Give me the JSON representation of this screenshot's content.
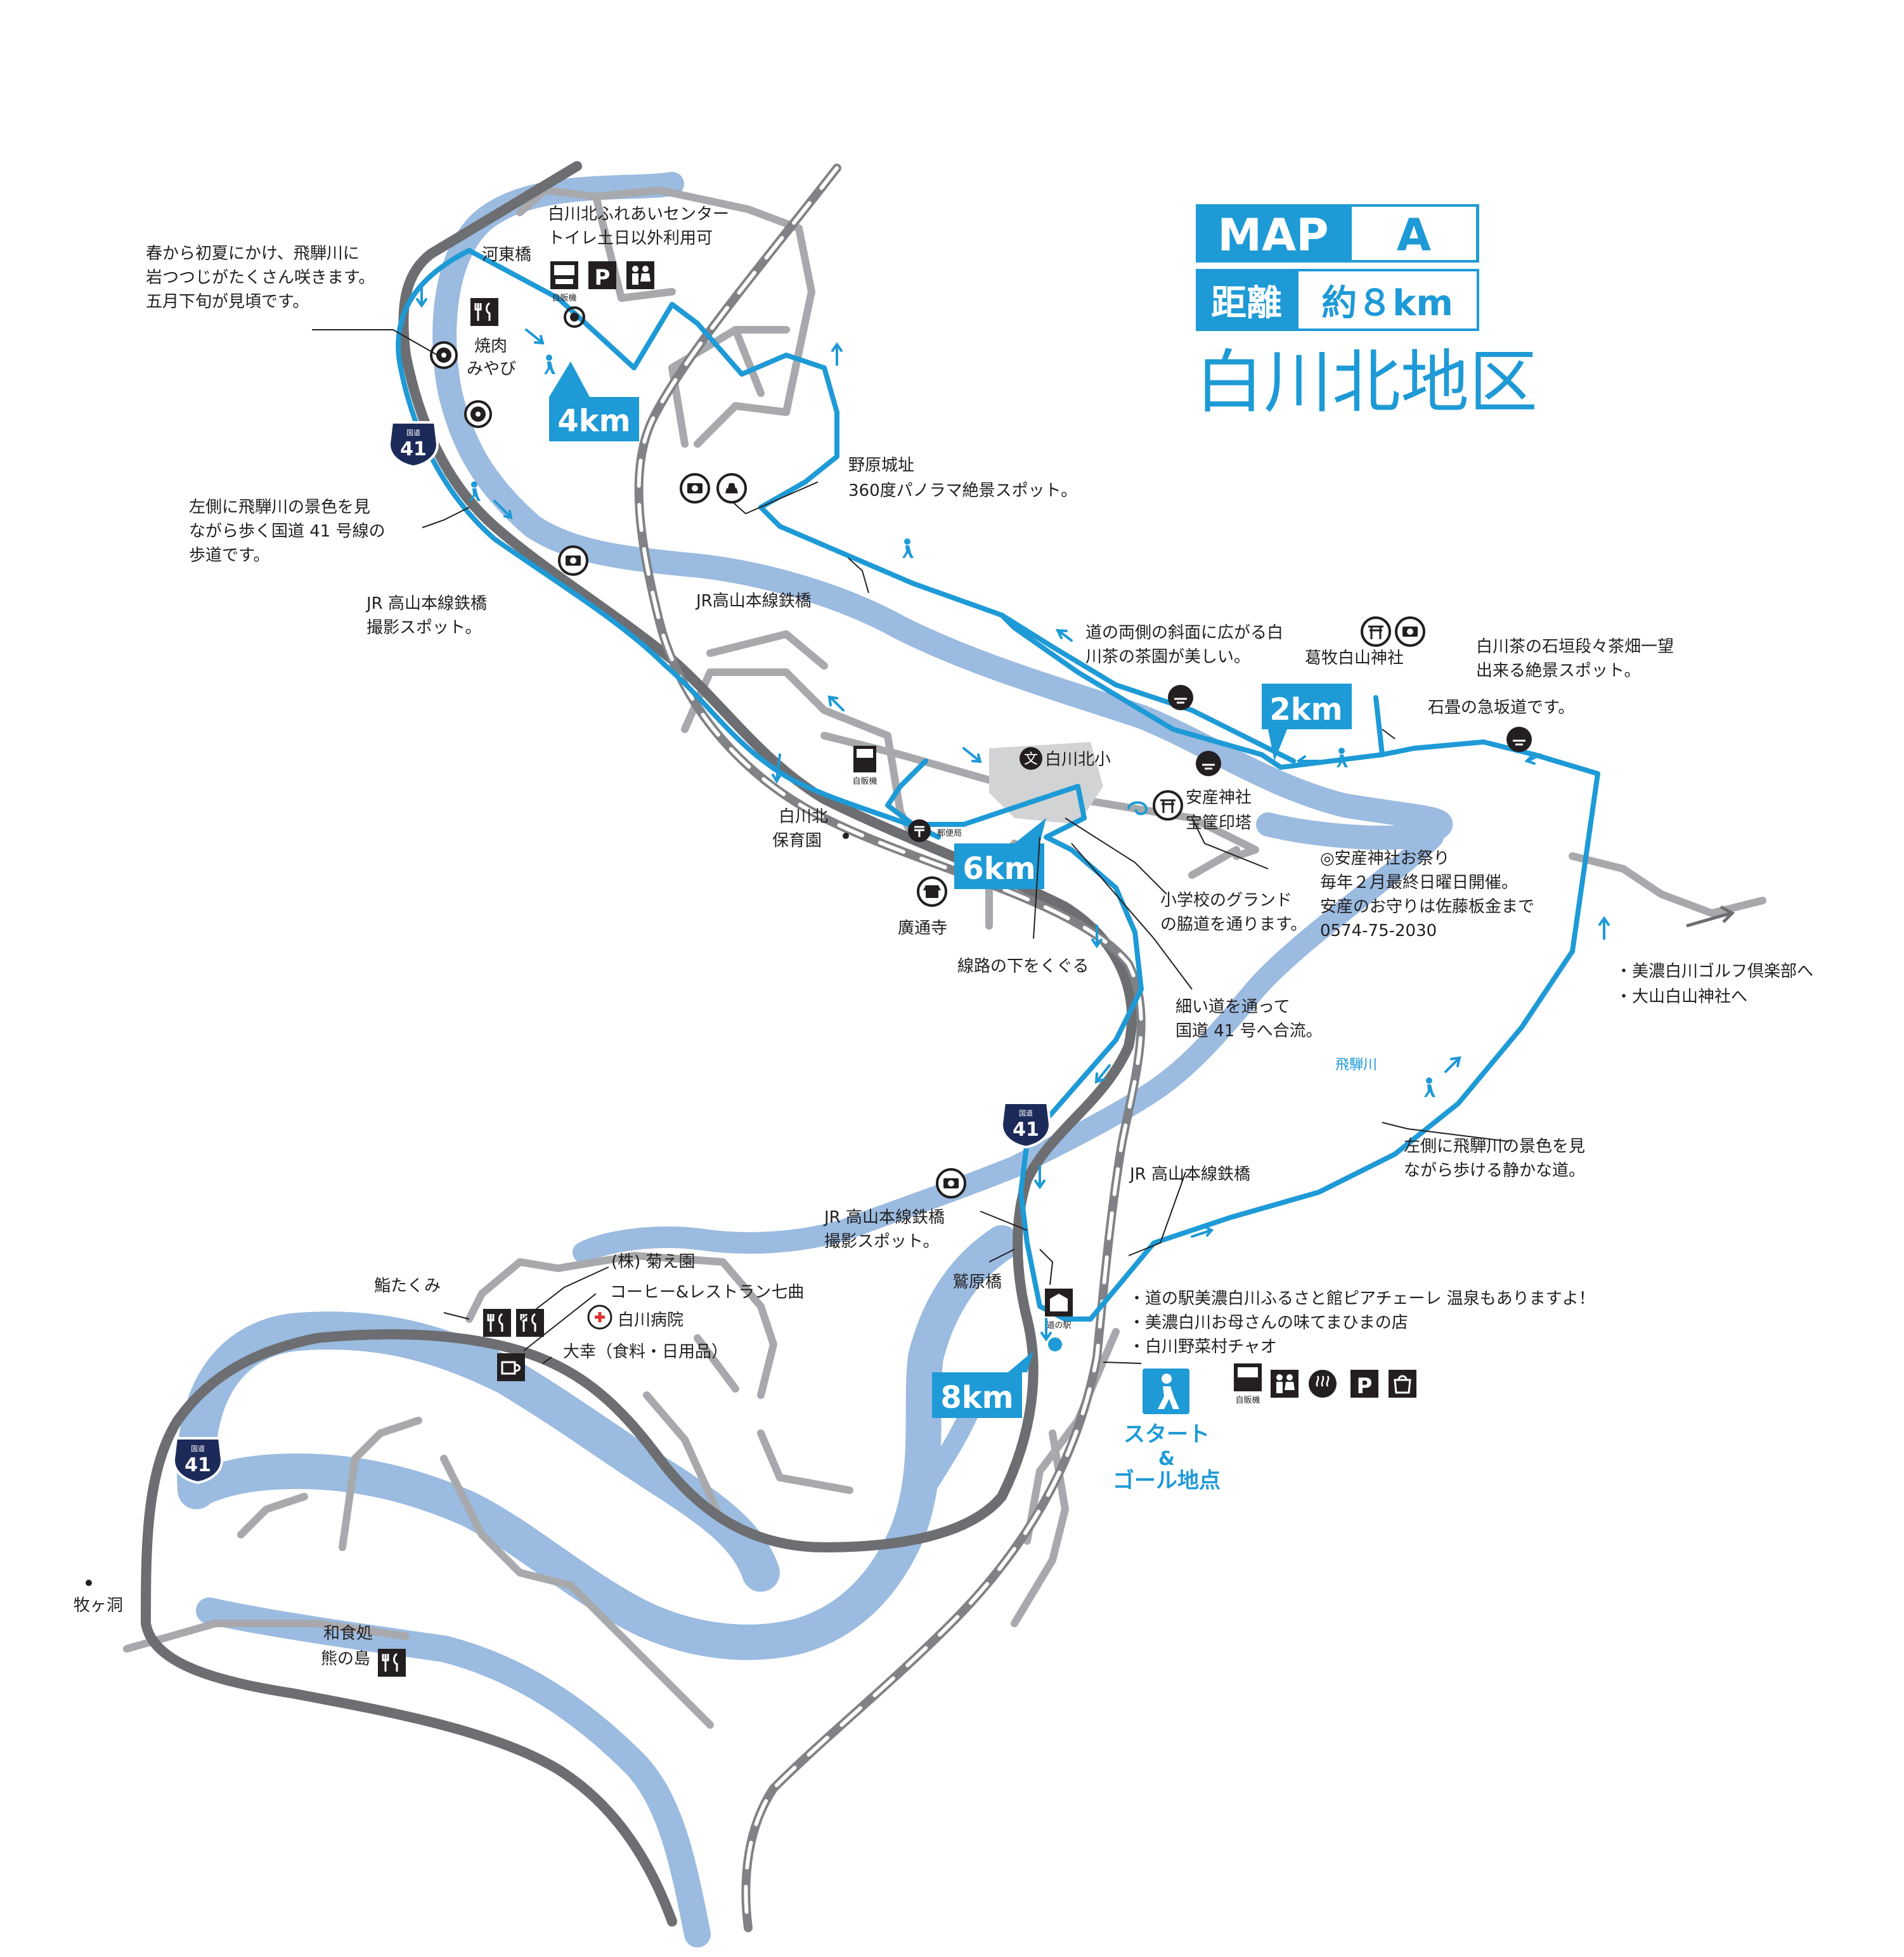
{
  "header": {
    "map_label": "MAP",
    "map_id": "A",
    "distance_label": "距離",
    "distance_value": "約８km",
    "area_title": "白川北地区"
  },
  "colors": {
    "route": "#1e9ad6",
    "river": "#9bbbe0",
    "road": "#a7a9ac",
    "national_road": "#6d6e71",
    "rail": "#808285",
    "text": "#231f20",
    "shield": "#1c2a5a"
  },
  "route_signs": {
    "road_number": "41",
    "road_type": "国道"
  },
  "km_markers": [
    "2km",
    "4km",
    "6km",
    "8km"
  ],
  "start_goal": {
    "line1": "スタート",
    "line2": "&",
    "line3": "ゴール地点"
  },
  "icons": {
    "vending_label": "自販機",
    "post_label": "郵便局",
    "station_label": "道の駅",
    "parking": "P",
    "school_mark": "文"
  },
  "labels": {
    "fureai_center_line1": "白川北ふれあいセンター",
    "fureai_center_line2": "トイレ土日以外利用可",
    "kawahigashi": "河東橋",
    "azalea_line1": "春から初夏にかけ、飛騨川に",
    "azalea_line2": "岩つつじがたくさん咲きます。",
    "azalea_line3": "五月下旬が見頃です。",
    "yakiniku_line1": "焼肉",
    "yakiniku_line2": "みやび",
    "nohara_line1": "野原城址",
    "nohara_line2": "360度パノラマ絶景スポット。",
    "left_river_line1": "左側に飛騨川の景色を見",
    "left_river_line2": "ながら歩く国道 41 号線の",
    "left_river_line3": "歩道です。",
    "jr_bridge_n": "JR高山本線鉄橋",
    "jr_photo_n_line1": "JR 高山本線鉄橋",
    "jr_photo_n_line2": "撮影スポット。",
    "tea_slope_line1": "道の両側の斜面に広がる白",
    "tea_slope_line2": "川茶の茶園が美しい。",
    "kuzumaki_shrine": "葛牧白山神社",
    "stone_wall_line1": "白川茶の石垣段々茶畑一望",
    "stone_wall_line2": "出来る絶景スポット。",
    "stone_slope": "石畳の急坂道です。",
    "school": "白川北小",
    "anzan_line1": "安産神社",
    "anzan_line2": "宝筐印塔",
    "festival_line1": "◎安産神社お祭り",
    "festival_line2": "毎年２月最終日曜日開催。",
    "festival_line3": "安産のお守りは佐藤板金まで",
    "festival_line4": "0574-75-2030",
    "nursery_line1": "白川北",
    "nursery_line2": "保育園",
    "schoolground_line1": "小学校のグランド",
    "schoolground_line2": "の脇道を通ります。",
    "kotsuji": "廣通寺",
    "under_rail": "線路の下をくぐる",
    "narrow_road_line1": "細い道を通って",
    "narrow_road_line2": "国道 41 号へ合流。",
    "golf": "・美濃白川ゴルフ倶楽部へ",
    "oyama": "・大山白山神社へ",
    "hida_river": "飛騨川",
    "quiet_road_line1": "左側に飛騨川の景色を見",
    "quiet_road_line2": "ながら歩ける静かな道。",
    "jr_bridge_s": "JR 高山本線鉄橋",
    "jr_photo_s_line1": "JR 高山本線鉄橋",
    "jr_photo_s_line2": "撮影スポット。",
    "washibara": "鷲原橋",
    "kikueen": "(株) 菊え園",
    "coffee": "コーヒー&レストラン七曲",
    "sushi": "鮨たくみ",
    "hospital": "白川病院",
    "daiko": "大幸（食料・日用品）",
    "michinoeki_1": "・道の駅美濃白川ふるさと館ピアチェーレ  温泉もありますよ！",
    "michinoeki_2": "・美濃白川お母さんの味てまひまの店",
    "michinoeki_3": "・白川野菜村チャオ",
    "makigahora": "牧ヶ洞",
    "kumanoshima_line1": "和食処",
    "kumanoshima_line2": "熊の島"
  }
}
